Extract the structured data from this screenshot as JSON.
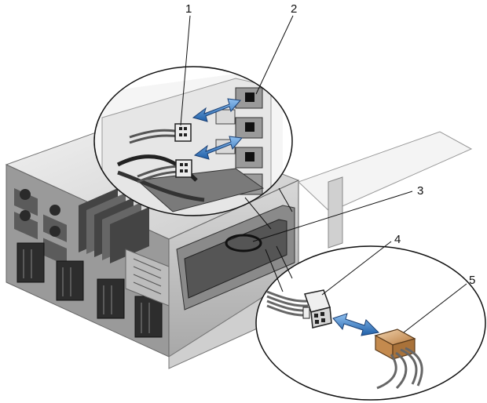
{
  "callouts": [
    {
      "label": "1"
    },
    {
      "label": "2"
    },
    {
      "label": "3"
    },
    {
      "label": "4"
    },
    {
      "label": "5"
    }
  ],
  "colors": {
    "arrow": "#1f5fa8",
    "arrow_light": "#6aa3e0",
    "outline": "#111111",
    "chassis_light": "#e6e6e6",
    "chassis_mid": "#bdbdbd",
    "chassis_dark": "#3a3a3a",
    "connector_orange": "#d9a46b"
  }
}
